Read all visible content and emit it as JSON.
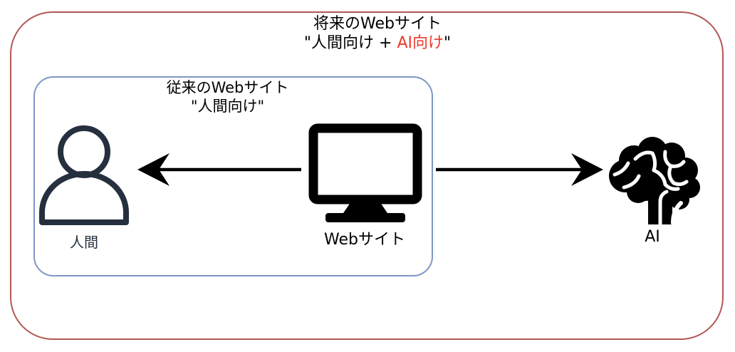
{
  "diagram": {
    "outer_box": {
      "title_line1": "将来のWebサイト",
      "title_line2_prefix": "\"人間向け + ",
      "title_line2_red": "AI向け",
      "title_line2_suffix": "\"",
      "border_color": "#b15954"
    },
    "inner_box": {
      "title_line1": "従来のWebサイト",
      "title_line2": "\"人間向け\"",
      "border_color": "#7d97c5"
    },
    "nodes": {
      "human": {
        "label": "人間",
        "icon": "person-icon",
        "color": "#252f3e"
      },
      "website": {
        "label": "Webサイト",
        "icon": "monitor-icon",
        "color": "#000000"
      },
      "ai": {
        "label": "AI",
        "icon": "brain-icon",
        "color": "#000000"
      }
    },
    "arrows": [
      {
        "name": "website-to-human",
        "direction": "left"
      },
      {
        "name": "website-to-ai",
        "direction": "right"
      }
    ],
    "colors": {
      "accent_red": "#ec392a",
      "outer_border": "#b15954",
      "inner_border": "#7d97c5",
      "icon_navy": "#252f3e",
      "arrow_black": "#000000",
      "background": "#ffffff"
    }
  }
}
